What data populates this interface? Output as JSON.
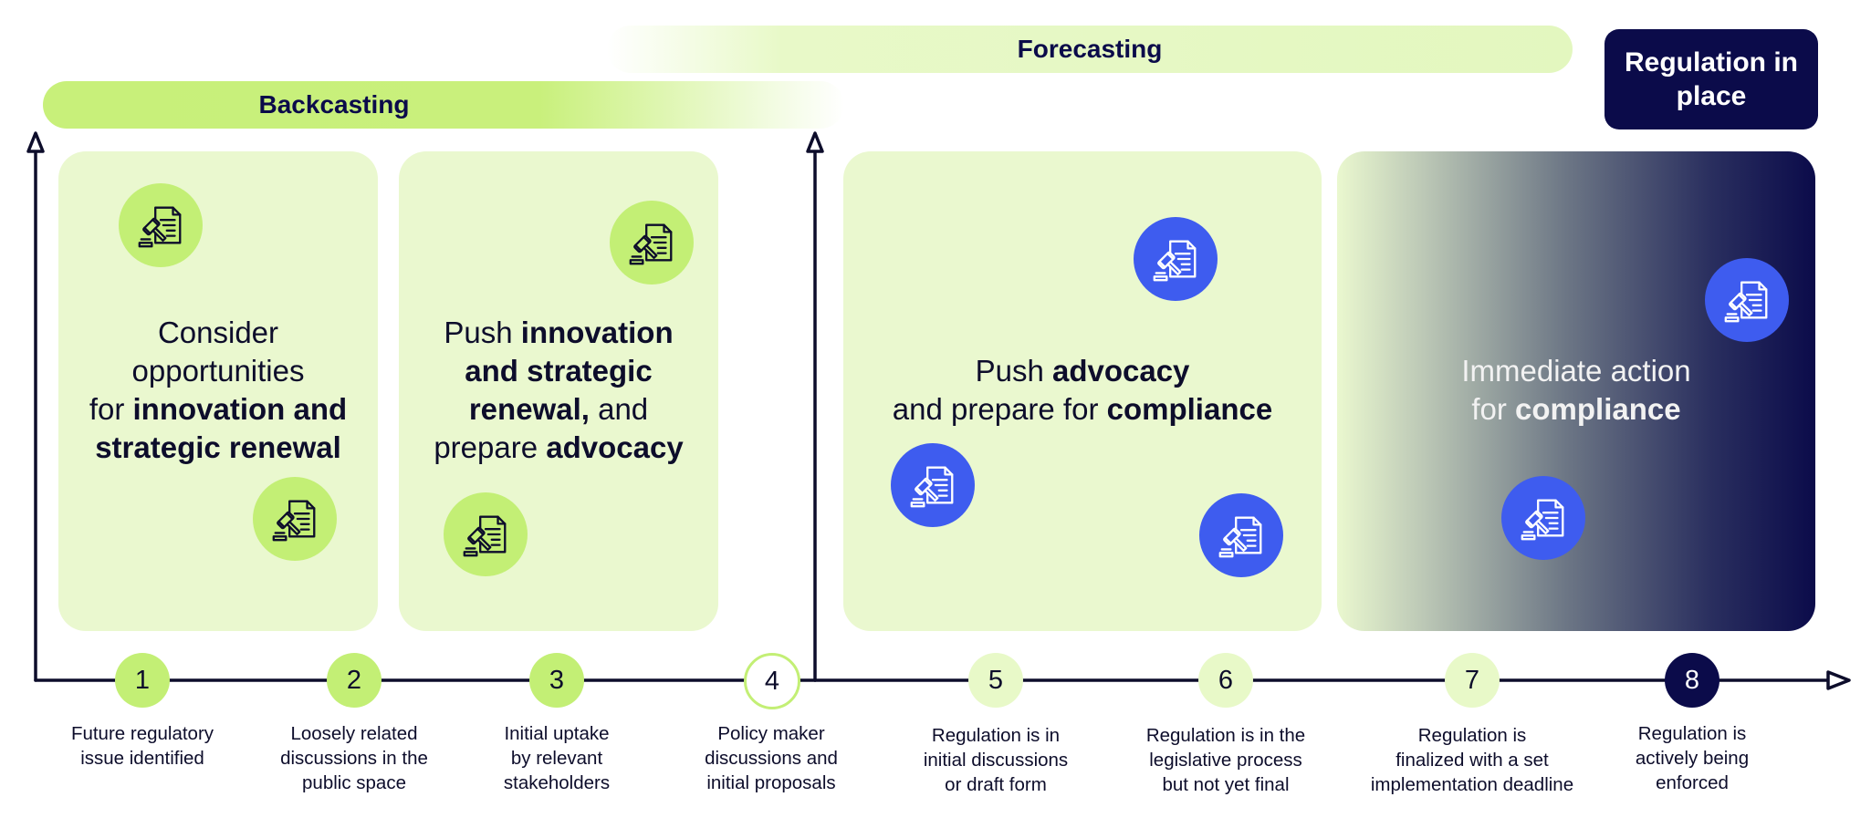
{
  "banners": {
    "forecasting": "Forecasting",
    "backcasting": "Backcasting",
    "regulation_in_place": [
      "Regulation in",
      "place"
    ]
  },
  "panels": [
    {
      "lines": [
        [
          {
            "t": "Consider",
            "b": false
          }
        ],
        [
          {
            "t": "opportunities",
            "b": false
          }
        ],
        [
          {
            "t": "for ",
            "b": false
          },
          {
            "t": "innovation and",
            "b": true
          }
        ],
        [
          {
            "t": "strategic renewal",
            "b": true
          }
        ]
      ]
    },
    {
      "lines": [
        [
          {
            "t": "Push ",
            "b": false
          },
          {
            "t": "innovation",
            "b": true
          }
        ],
        [
          {
            "t": "and strategic",
            "b": true
          }
        ],
        [
          {
            "t": "renewal,",
            "b": true
          },
          {
            "t": " and",
            "b": false
          }
        ],
        [
          {
            "t": "prepare ",
            "b": false
          },
          {
            "t": "advocacy",
            "b": true
          }
        ]
      ]
    },
    {
      "lines": [
        [
          {
            "t": "Push ",
            "b": false
          },
          {
            "t": "advocacy",
            "b": true
          }
        ],
        [
          {
            "t": "and prepare for ",
            "b": false
          },
          {
            "t": "compliance",
            "b": true
          }
        ]
      ]
    },
    {
      "lines": [
        [
          {
            "t": "Immediate action",
            "b": false
          }
        ],
        [
          {
            "t": "for ",
            "b": false
          },
          {
            "t": "compliance",
            "b": true
          }
        ]
      ]
    }
  ],
  "icon_name": "gavel-document-icon",
  "colors": {
    "lime": "#c3ef75",
    "pale_lime": "#eaf8cf",
    "navy": "#0b0b4a",
    "blue": "#3e5cef"
  },
  "steps": [
    {
      "number": "1",
      "caption": [
        "Future regulatory",
        "issue identified"
      ]
    },
    {
      "number": "2",
      "caption": [
        "Loosely related",
        "discussions in the",
        "public space"
      ]
    },
    {
      "number": "3",
      "caption": [
        "Initial uptake",
        "by relevant",
        "stakeholders"
      ]
    },
    {
      "number": "4",
      "caption": [
        "Policy maker",
        "discussions and",
        "initial proposals"
      ]
    },
    {
      "number": "5",
      "caption": [
        "Regulation is in",
        "initial discussions",
        "or draft form"
      ]
    },
    {
      "number": "6",
      "caption": [
        "Regulation is in the",
        "legislative process",
        "but not yet final"
      ]
    },
    {
      "number": "7",
      "caption": [
        "Regulation is",
        "finalized with a set",
        "implementation deadline"
      ]
    },
    {
      "number": "8",
      "caption": [
        "Regulation is",
        "actively being",
        "enforced"
      ]
    }
  ]
}
